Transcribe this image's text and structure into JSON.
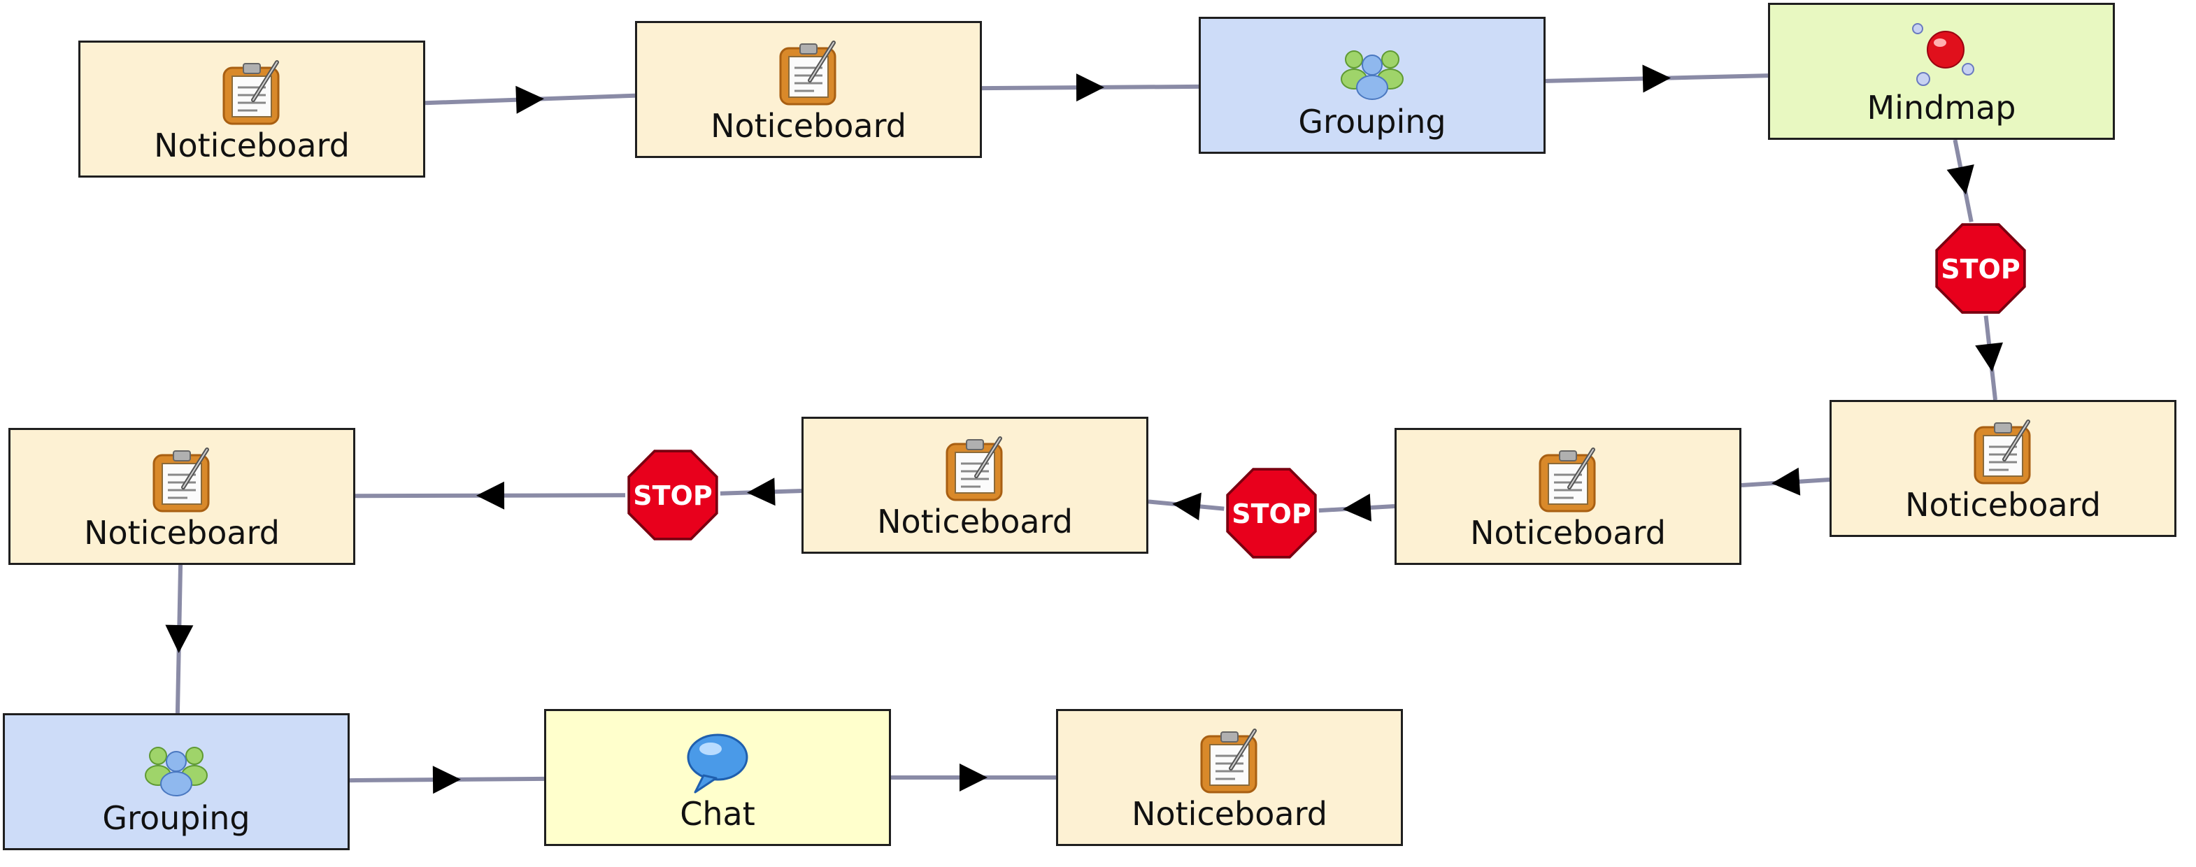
{
  "colors": {
    "noticeboard_fill": "#fdf1d3",
    "grouping_fill": "#cddcf8",
    "mindmap_fill": "#e8f8c1",
    "chat_fill": "#ffffcc",
    "connector": "#8a8ba6",
    "stop_fill": "#e8001c",
    "border": "#1f1f1f"
  },
  "nodes": [
    {
      "id": "n1",
      "type": "noticeboard",
      "label": "Noticeboard",
      "icon": "noticeboard-icon"
    },
    {
      "id": "n2",
      "type": "noticeboard",
      "label": "Noticeboard",
      "icon": "noticeboard-icon"
    },
    {
      "id": "n3",
      "type": "grouping",
      "label": "Grouping",
      "icon": "grouping-icon"
    },
    {
      "id": "n4",
      "type": "mindmap",
      "label": "Mindmap",
      "icon": "mindmap-icon"
    },
    {
      "id": "n5",
      "type": "noticeboard",
      "label": "Noticeboard",
      "icon": "noticeboard-icon"
    },
    {
      "id": "n6",
      "type": "noticeboard",
      "label": "Noticeboard",
      "icon": "noticeboard-icon"
    },
    {
      "id": "n7",
      "type": "noticeboard",
      "label": "Noticeboard",
      "icon": "noticeboard-icon"
    },
    {
      "id": "n8",
      "type": "noticeboard",
      "label": "Noticeboard",
      "icon": "noticeboard-icon"
    },
    {
      "id": "n9",
      "type": "grouping",
      "label": "Grouping",
      "icon": "grouping-icon"
    },
    {
      "id": "n10",
      "type": "chat",
      "label": "Chat",
      "icon": "chat-icon"
    },
    {
      "id": "n11",
      "type": "noticeboard",
      "label": "Noticeboard",
      "icon": "noticeboard-icon"
    }
  ],
  "stops": [
    {
      "id": "s1",
      "label": "STOP"
    },
    {
      "id": "s2",
      "label": "STOP"
    },
    {
      "id": "s3",
      "label": "STOP"
    }
  ],
  "edges": [
    {
      "from": "n1",
      "to": "n2"
    },
    {
      "from": "n2",
      "to": "n3"
    },
    {
      "from": "n3",
      "to": "n4"
    },
    {
      "from": "n4",
      "to": "s1"
    },
    {
      "from": "s1",
      "to": "n5"
    },
    {
      "from": "n5",
      "to": "n6"
    },
    {
      "from": "n6",
      "to": "s2"
    },
    {
      "from": "s2",
      "to": "n7"
    },
    {
      "from": "n7",
      "to": "s3"
    },
    {
      "from": "s3",
      "to": "n8"
    },
    {
      "from": "n8",
      "to": "n9"
    },
    {
      "from": "n9",
      "to": "n10"
    },
    {
      "from": "n10",
      "to": "n11"
    }
  ]
}
